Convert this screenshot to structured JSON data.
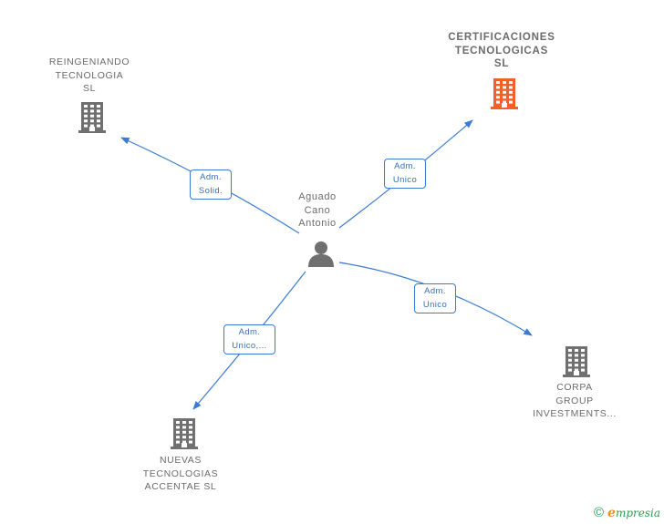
{
  "center": {
    "name_lines": [
      "Aguado",
      "Cano",
      "Antonio"
    ]
  },
  "companies": [
    {
      "id": "reingeniando",
      "name_lines": [
        "REINGENIANDO",
        "TECNOLOGIA",
        "SL"
      ],
      "role_lines": [
        "Adm.",
        "Solid."
      ],
      "highlight": false
    },
    {
      "id": "certificaciones",
      "name_lines": [
        "CERTIFICACIONES",
        "TECNOLOGICAS",
        "SL"
      ],
      "role_lines": [
        "Adm.",
        "Unico"
      ],
      "highlight": true
    },
    {
      "id": "corpa",
      "name_lines": [
        "CORPA",
        "GROUP",
        "INVESTMENTS..."
      ],
      "role_lines": [
        "Adm.",
        "Unico"
      ],
      "highlight": false
    },
    {
      "id": "nuevas",
      "name_lines": [
        "NUEVAS",
        "TECNOLOGIAS",
        "ACCENTAE  SL"
      ],
      "role_lines": [
        "Adm.",
        "Unico,..."
      ],
      "highlight": false
    }
  ],
  "colors": {
    "edge": "#3a7bd5",
    "building": "#707070",
    "building_highlight": "#f0602a",
    "person": "#707070"
  },
  "footer": {
    "copyright_symbol": "©",
    "brand_initial": "e",
    "brand_rest": "mpresia"
  }
}
